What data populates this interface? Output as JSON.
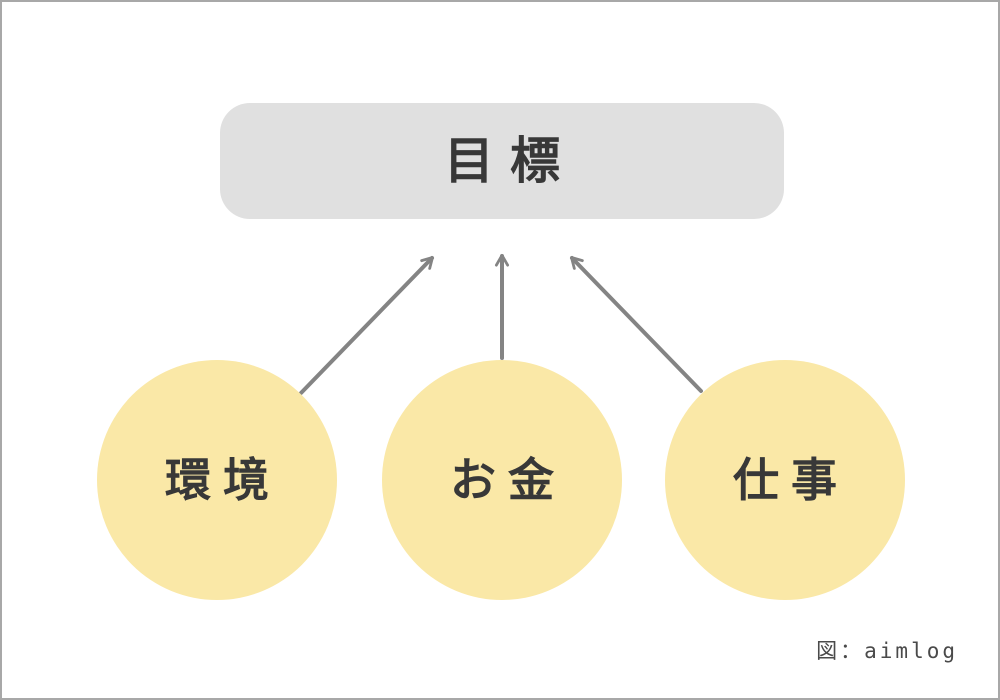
{
  "diagram": {
    "title": null,
    "goal": {
      "label": "目標"
    },
    "factors": [
      {
        "id": "environment",
        "label": "環境"
      },
      {
        "id": "money",
        "label": "お金"
      },
      {
        "id": "work",
        "label": "仕事"
      }
    ],
    "relations": [
      {
        "from": "environment",
        "to": "goal",
        "type": "arrow"
      },
      {
        "from": "money",
        "to": "goal",
        "type": "arrow"
      },
      {
        "from": "work",
        "to": "goal",
        "type": "arrow"
      }
    ],
    "caption": "図：aimlog",
    "colors": {
      "background": "#ffffff",
      "border": "#a8a8a8",
      "goal_box_fill": "#e0e0e0",
      "circle_fill": "#fae8a7",
      "arrow": "#848484",
      "text": "#383838",
      "caption_text": "#4a4a4a"
    }
  }
}
